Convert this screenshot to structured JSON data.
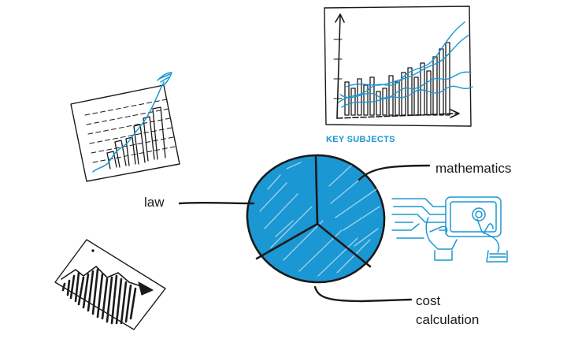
{
  "heading": {
    "text": "KEY SUBJECTS"
  },
  "pie_labels": {
    "law": "law",
    "mathematics": "mathematics",
    "cost_line1": "cost",
    "cost_line2": "calculation"
  },
  "colors": {
    "accent": "#1b97d3",
    "ink": "#1a1a1a",
    "background": "#ffffff"
  },
  "icons": [
    "bar-chart-sketch-icon",
    "line-bar-chart-sketch-icon",
    "pie-chart-sketch-icon",
    "tablet-touch-icon",
    "trend-chart-sketch-icon"
  ]
}
